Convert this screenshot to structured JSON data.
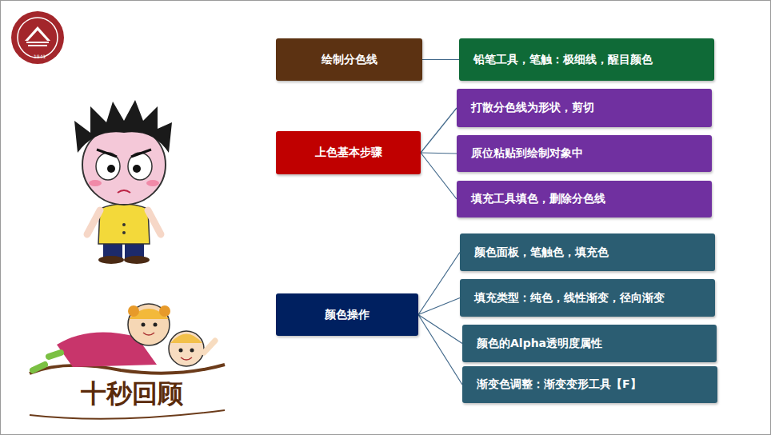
{
  "diagram": {
    "nodes": [
      {
        "text": [
          "绘制分色线"
        ]
      },
      {
        "text": [
          "铅笔工具，笔触：极细线，醒目颜色"
        ]
      },
      {
        "text": [
          "上色基本步骤"
        ]
      },
      {
        "text": [
          "打散分色线为形状，剪切"
        ]
      },
      {
        "text": [
          "原位粘贴到绘制对象中"
        ]
      },
      {
        "text": [
          "填充工具填色，删除分色线"
        ]
      },
      {
        "text": [
          "颜色操作"
        ]
      },
      {
        "text": [
          "颜色面板，笔触色，填充色"
        ]
      },
      {
        "text": [
          "填充类型：纯色，线性渐变，径向渐变"
        ]
      },
      {
        "text": [
          "颜色的Alpha透明度属性"
        ]
      },
      {
        "text": [
          "渐变色调整：渐变变形工具【F】"
        ]
      }
    ],
    "edges": [
      {
        "from": 0,
        "to": 1,
        "arrow": "none"
      },
      {
        "from": 2,
        "to": 3,
        "arrow": "none"
      },
      {
        "from": 2,
        "to": 4,
        "arrow": "none"
      },
      {
        "from": 2,
        "to": 5,
        "arrow": "none"
      },
      {
        "from": 6,
        "to": 7,
        "arrow": "none"
      },
      {
        "from": 6,
        "to": 8,
        "arrow": "none"
      },
      {
        "from": 6,
        "to": 9,
        "arrow": "none"
      },
      {
        "from": 6,
        "to": 10,
        "arrow": "none"
      }
    ],
    "labels": [
      "十秒回顾",
      "1941"
    ]
  }
}
